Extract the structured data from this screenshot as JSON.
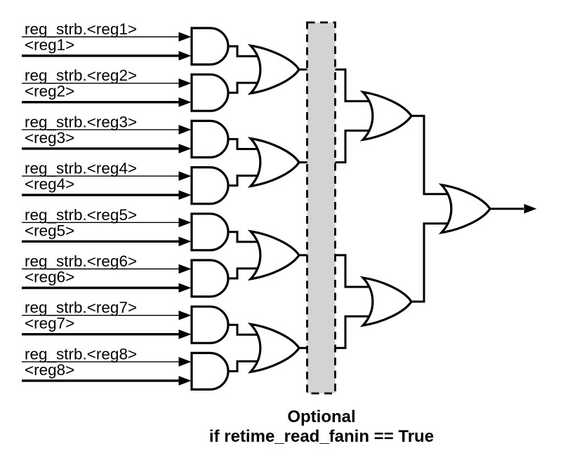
{
  "inputs": [
    {
      "strobe_label": "reg_strb.<reg1>",
      "reg_label": "<reg1>"
    },
    {
      "strobe_label": "reg_strb.<reg2>",
      "reg_label": "<reg2>"
    },
    {
      "strobe_label": "reg_strb.<reg3>",
      "reg_label": "<reg3>"
    },
    {
      "strobe_label": "reg_strb.<reg4>",
      "reg_label": "<reg4>"
    },
    {
      "strobe_label": "reg_strb.<reg5>",
      "reg_label": "<reg5>"
    },
    {
      "strobe_label": "reg_strb.<reg6>",
      "reg_label": "<reg6>"
    },
    {
      "strobe_label": "reg_strb.<reg7>",
      "reg_label": "<reg7>"
    },
    {
      "strobe_label": "reg_strb.<reg8>",
      "reg_label": "<reg8>"
    }
  ],
  "caption": {
    "line1": "Optional",
    "line2": "if retime_read_fanin == True"
  },
  "gate_counts": {
    "and_gates": 8,
    "or_gates_stage1": 4,
    "or_gates_stage2": 2,
    "or_gates_final": 1
  },
  "colors": {
    "wire": "#000000",
    "gate_fill": "#ffffff",
    "optional_box_fill": "#d3d3d3",
    "background": "#ffffff"
  }
}
